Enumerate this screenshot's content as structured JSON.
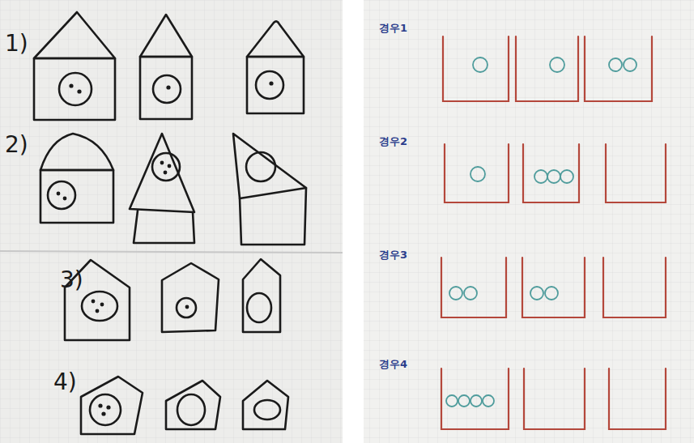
{
  "diagram": {
    "labels": [
      "1)",
      "2)",
      "3)",
      "4)",
      "경우1",
      "경우2",
      "경우3",
      "경우4"
    ]
  }
}
